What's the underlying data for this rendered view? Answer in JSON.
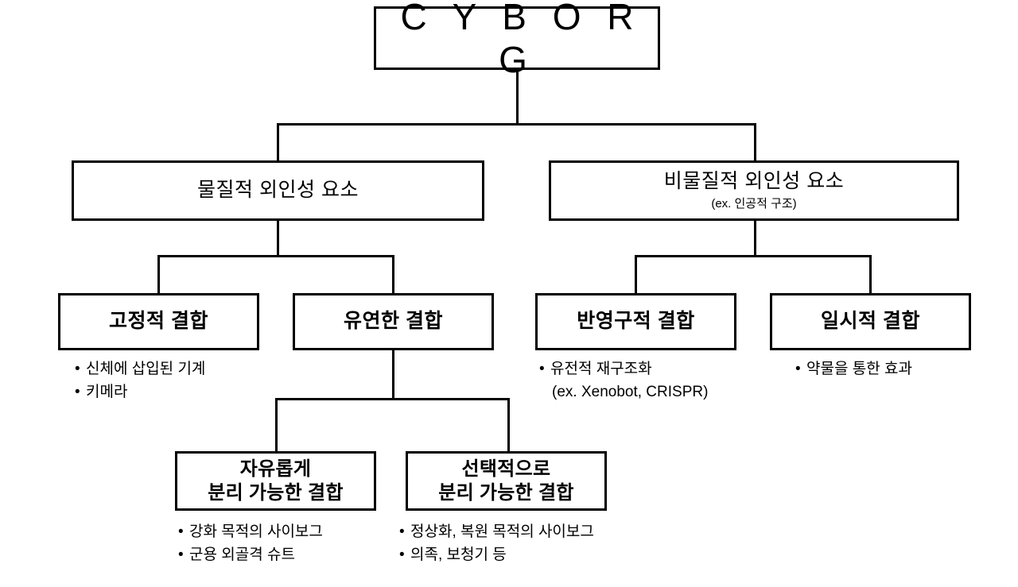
{
  "diagram": {
    "title": "CYBORG",
    "root": {
      "label": "C Y B O R G"
    },
    "level2": [
      {
        "id": "material",
        "label": "물질적 외인성 요소",
        "sub": ""
      },
      {
        "id": "immaterial",
        "label": "비물질적 외인성 요소",
        "sub": "(ex. 인공적 구조)"
      }
    ],
    "level3": [
      {
        "id": "fixed",
        "label": "고정적 결합"
      },
      {
        "id": "flexible",
        "label": "유연한 결합"
      },
      {
        "id": "semiperm",
        "label": "반영구적 결합"
      },
      {
        "id": "temporary",
        "label": "일시적 결합"
      }
    ],
    "level4": [
      {
        "id": "free",
        "label": "자유롭게\n분리 가능한 결합"
      },
      {
        "id": "selective",
        "label": "선택적으로\n분리 가능한 결합"
      }
    ],
    "notes": {
      "fixed": [
        {
          "bullet": "•",
          "text": "신체에 삽입된 기계"
        },
        {
          "bullet": "•",
          "text": "키메라"
        }
      ],
      "semiperm": [
        {
          "bullet": "•",
          "text": "유전적 재구조화"
        },
        {
          "bullet": "",
          "text": "(ex. Xenobot, CRISPR)"
        }
      ],
      "temporary": [
        {
          "bullet": "•",
          "text": "약물을 통한 효과"
        }
      ],
      "free": [
        {
          "bullet": "•",
          "text": "강화 목적의 사이보그"
        },
        {
          "bullet": "•",
          "text": "군용 외골격 슈트"
        }
      ],
      "selective": [
        {
          "bullet": "•",
          "text": "정상화, 복원 목적의 사이보그"
        },
        {
          "bullet": "•",
          "text": "의족, 보청기 등"
        }
      ]
    },
    "colors": {
      "stroke": "#000000",
      "background": "#ffffff",
      "text": "#000000"
    }
  }
}
